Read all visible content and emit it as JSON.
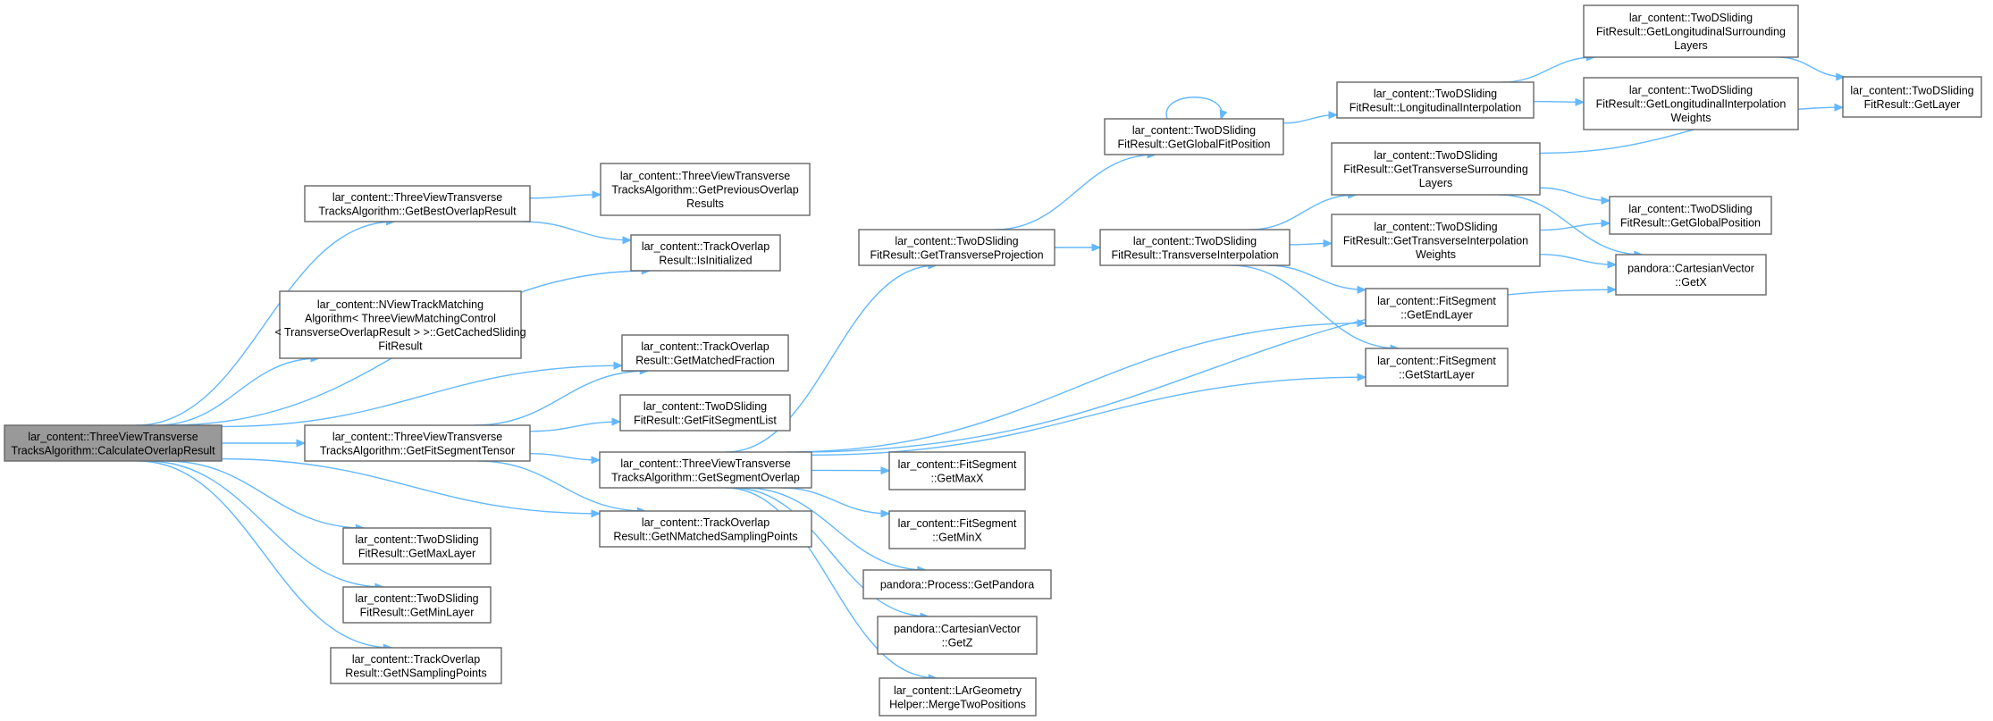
{
  "diagram": {
    "colors": {
      "edge": "#63b8ff",
      "node_border": "#666666",
      "node_fill": "#ffffff",
      "root_fill": "#999999"
    },
    "nodes": [
      {
        "id": "root",
        "lines": [
          "lar_content::ThreeViewTransverse",
          "TracksAlgorithm::CalculateOverlapResult"
        ],
        "root": true
      },
      {
        "id": "getBestOverlap",
        "lines": [
          "lar_content::ThreeViewTransverse",
          "TracksAlgorithm::GetBestOverlapResult"
        ]
      },
      {
        "id": "getPrevOverlap",
        "lines": [
          "lar_content::ThreeViewTransverse",
          "TracksAlgorithm::GetPreviousOverlap",
          "Results"
        ]
      },
      {
        "id": "isInitialized",
        "lines": [
          "lar_content::TrackOverlap",
          "Result::IsInitialized"
        ]
      },
      {
        "id": "getCachedSliding",
        "lines": [
          "lar_content::NViewTrackMatching",
          "Algorithm< ThreeViewMatchingControl",
          "< TransverseOverlapResult > >::GetCachedSliding",
          "FitResult"
        ]
      },
      {
        "id": "getMatchedFraction",
        "lines": [
          "lar_content::TrackOverlap",
          "Result::GetMatchedFraction"
        ]
      },
      {
        "id": "getFitSegmentList",
        "lines": [
          "lar_content::TwoDSliding",
          "FitResult::GetFitSegmentList"
        ]
      },
      {
        "id": "getFitSegmentTensor",
        "lines": [
          "lar_content::ThreeViewTransverse",
          "TracksAlgorithm::GetFitSegmentTensor"
        ]
      },
      {
        "id": "getSegmentOverlap",
        "lines": [
          "lar_content::ThreeViewTransverse",
          "TracksAlgorithm::GetSegmentOverlap"
        ]
      },
      {
        "id": "getNMatched",
        "lines": [
          "lar_content::TrackOverlap",
          "Result::GetNMatchedSamplingPoints"
        ]
      },
      {
        "id": "getMaxLayer",
        "lines": [
          "lar_content::TwoDSliding",
          "FitResult::GetMaxLayer"
        ]
      },
      {
        "id": "getMinLayer",
        "lines": [
          "lar_content::TwoDSliding",
          "FitResult::GetMinLayer"
        ]
      },
      {
        "id": "getNSampling",
        "lines": [
          "lar_content::TrackOverlap",
          "Result::GetNSamplingPoints"
        ]
      },
      {
        "id": "getTransverseProjection",
        "lines": [
          "lar_content::TwoDSliding",
          "FitResult::GetTransverseProjection"
        ]
      },
      {
        "id": "getGlobalFitPosition",
        "lines": [
          "lar_content::TwoDSliding",
          "FitResult::GetGlobalFitPosition"
        ]
      },
      {
        "id": "transverseInterpolation",
        "lines": [
          "lar_content::TwoDSliding",
          "FitResult::TransverseInterpolation"
        ]
      },
      {
        "id": "longitudinalInterpolation",
        "lines": [
          "lar_content::TwoDSliding",
          "FitResult::LongitudinalInterpolation"
        ]
      },
      {
        "id": "getLongSurrounding",
        "lines": [
          "lar_content::TwoDSliding",
          "FitResult::GetLongitudinalSurrounding",
          "Layers"
        ]
      },
      {
        "id": "getLongInterpWeights",
        "lines": [
          "lar_content::TwoDSliding",
          "FitResult::GetLongitudinalInterpolation",
          "Weights"
        ]
      },
      {
        "id": "getLayer",
        "lines": [
          "lar_content::TwoDSliding",
          "FitResult::GetLayer"
        ]
      },
      {
        "id": "getTransSurrounding",
        "lines": [
          "lar_content::TwoDSliding",
          "FitResult::GetTransverseSurrounding",
          "Layers"
        ]
      },
      {
        "id": "getTransInterpWeights",
        "lines": [
          "lar_content::TwoDSliding",
          "FitResult::GetTransverseInterpolation",
          "Weights"
        ]
      },
      {
        "id": "getGlobalPosition",
        "lines": [
          "lar_content::TwoDSliding",
          "FitResult::GetGlobalPosition"
        ]
      },
      {
        "id": "getX",
        "lines": [
          "pandora::CartesianVector",
          "::GetX"
        ]
      },
      {
        "id": "getEndLayer",
        "lines": [
          "lar_content::FitSegment",
          "::GetEndLayer"
        ]
      },
      {
        "id": "getStartLayer",
        "lines": [
          "lar_content::FitSegment",
          "::GetStartLayer"
        ]
      },
      {
        "id": "getMaxX",
        "lines": [
          "lar_content::FitSegment",
          "::GetMaxX"
        ]
      },
      {
        "id": "getMinX",
        "lines": [
          "lar_content::FitSegment",
          "::GetMinX"
        ]
      },
      {
        "id": "getPandora",
        "lines": [
          "pandora::Process::GetPandora"
        ]
      },
      {
        "id": "getZ",
        "lines": [
          "pandora::CartesianVector",
          "::GetZ"
        ]
      },
      {
        "id": "mergeTwoPositions",
        "lines": [
          "lar_content::LArGeometry",
          "Helper::MergeTwoPositions"
        ]
      }
    ],
    "edges": [
      [
        "root",
        "getBestOverlap"
      ],
      [
        "root",
        "isInitialized"
      ],
      [
        "root",
        "getCachedSliding"
      ],
      [
        "root",
        "getMatchedFraction"
      ],
      [
        "root",
        "getFitSegmentTensor"
      ],
      [
        "root",
        "getNMatched"
      ],
      [
        "root",
        "getMaxLayer"
      ],
      [
        "root",
        "getMinLayer"
      ],
      [
        "root",
        "getNSampling"
      ],
      [
        "getBestOverlap",
        "getPrevOverlap"
      ],
      [
        "getBestOverlap",
        "isInitialized"
      ],
      [
        "getFitSegmentTensor",
        "getMatchedFraction"
      ],
      [
        "getFitSegmentTensor",
        "getFitSegmentList"
      ],
      [
        "getFitSegmentTensor",
        "getSegmentOverlap"
      ],
      [
        "getFitSegmentTensor",
        "getNMatched"
      ],
      [
        "getSegmentOverlap",
        "getTransverseProjection"
      ],
      [
        "getSegmentOverlap",
        "getEndLayer"
      ],
      [
        "getSegmentOverlap",
        "getStartLayer"
      ],
      [
        "getSegmentOverlap",
        "getX"
      ],
      [
        "getSegmentOverlap",
        "getMaxX"
      ],
      [
        "getSegmentOverlap",
        "getMinX"
      ],
      [
        "getSegmentOverlap",
        "getPandora"
      ],
      [
        "getSegmentOverlap",
        "getZ"
      ],
      [
        "getSegmentOverlap",
        "mergeTwoPositions"
      ],
      [
        "getTransverseProjection",
        "getGlobalFitPosition"
      ],
      [
        "getTransverseProjection",
        "transverseInterpolation"
      ],
      [
        "getGlobalFitPosition",
        "getGlobalFitPosition"
      ],
      [
        "getGlobalFitPosition",
        "longitudinalInterpolation"
      ],
      [
        "longitudinalInterpolation",
        "getLongSurrounding"
      ],
      [
        "longitudinalInterpolation",
        "getLongInterpWeights"
      ],
      [
        "getLongSurrounding",
        "getLayer"
      ],
      [
        "transverseInterpolation",
        "getTransSurrounding"
      ],
      [
        "transverseInterpolation",
        "getTransInterpWeights"
      ],
      [
        "transverseInterpolation",
        "getEndLayer"
      ],
      [
        "transverseInterpolation",
        "getStartLayer"
      ],
      [
        "getTransSurrounding",
        "getLayer"
      ],
      [
        "getTransSurrounding",
        "getGlobalPosition"
      ],
      [
        "getTransSurrounding",
        "getX"
      ],
      [
        "getTransInterpWeights",
        "getGlobalPosition"
      ],
      [
        "getTransInterpWeights",
        "getX"
      ]
    ]
  }
}
